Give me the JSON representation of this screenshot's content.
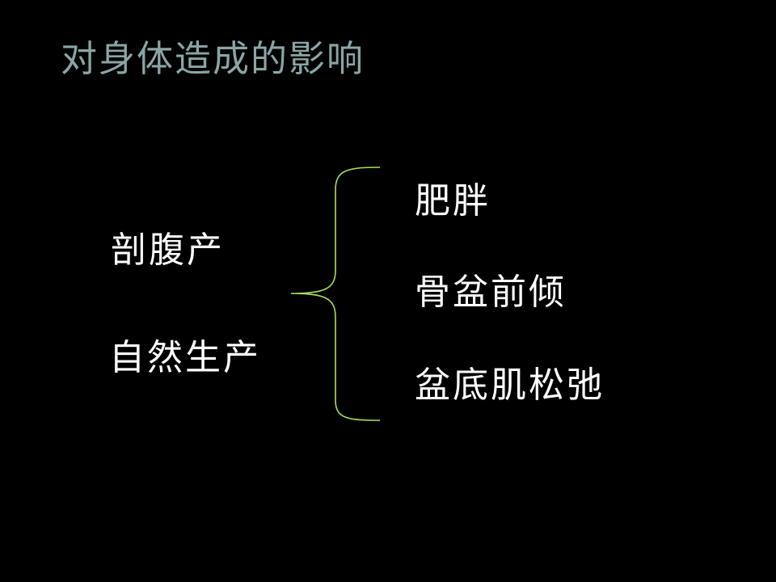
{
  "slide": {
    "title": "对身体造成的影响",
    "causes": [
      "剖腹产",
      "自然生产"
    ],
    "effects": [
      "肥胖",
      "骨盆前倾",
      "盆底肌松弛"
    ],
    "colors": {
      "title": "#8aa5a5",
      "text": "#ffffff",
      "brace": "#a6e05a",
      "background": "#000000"
    }
  }
}
